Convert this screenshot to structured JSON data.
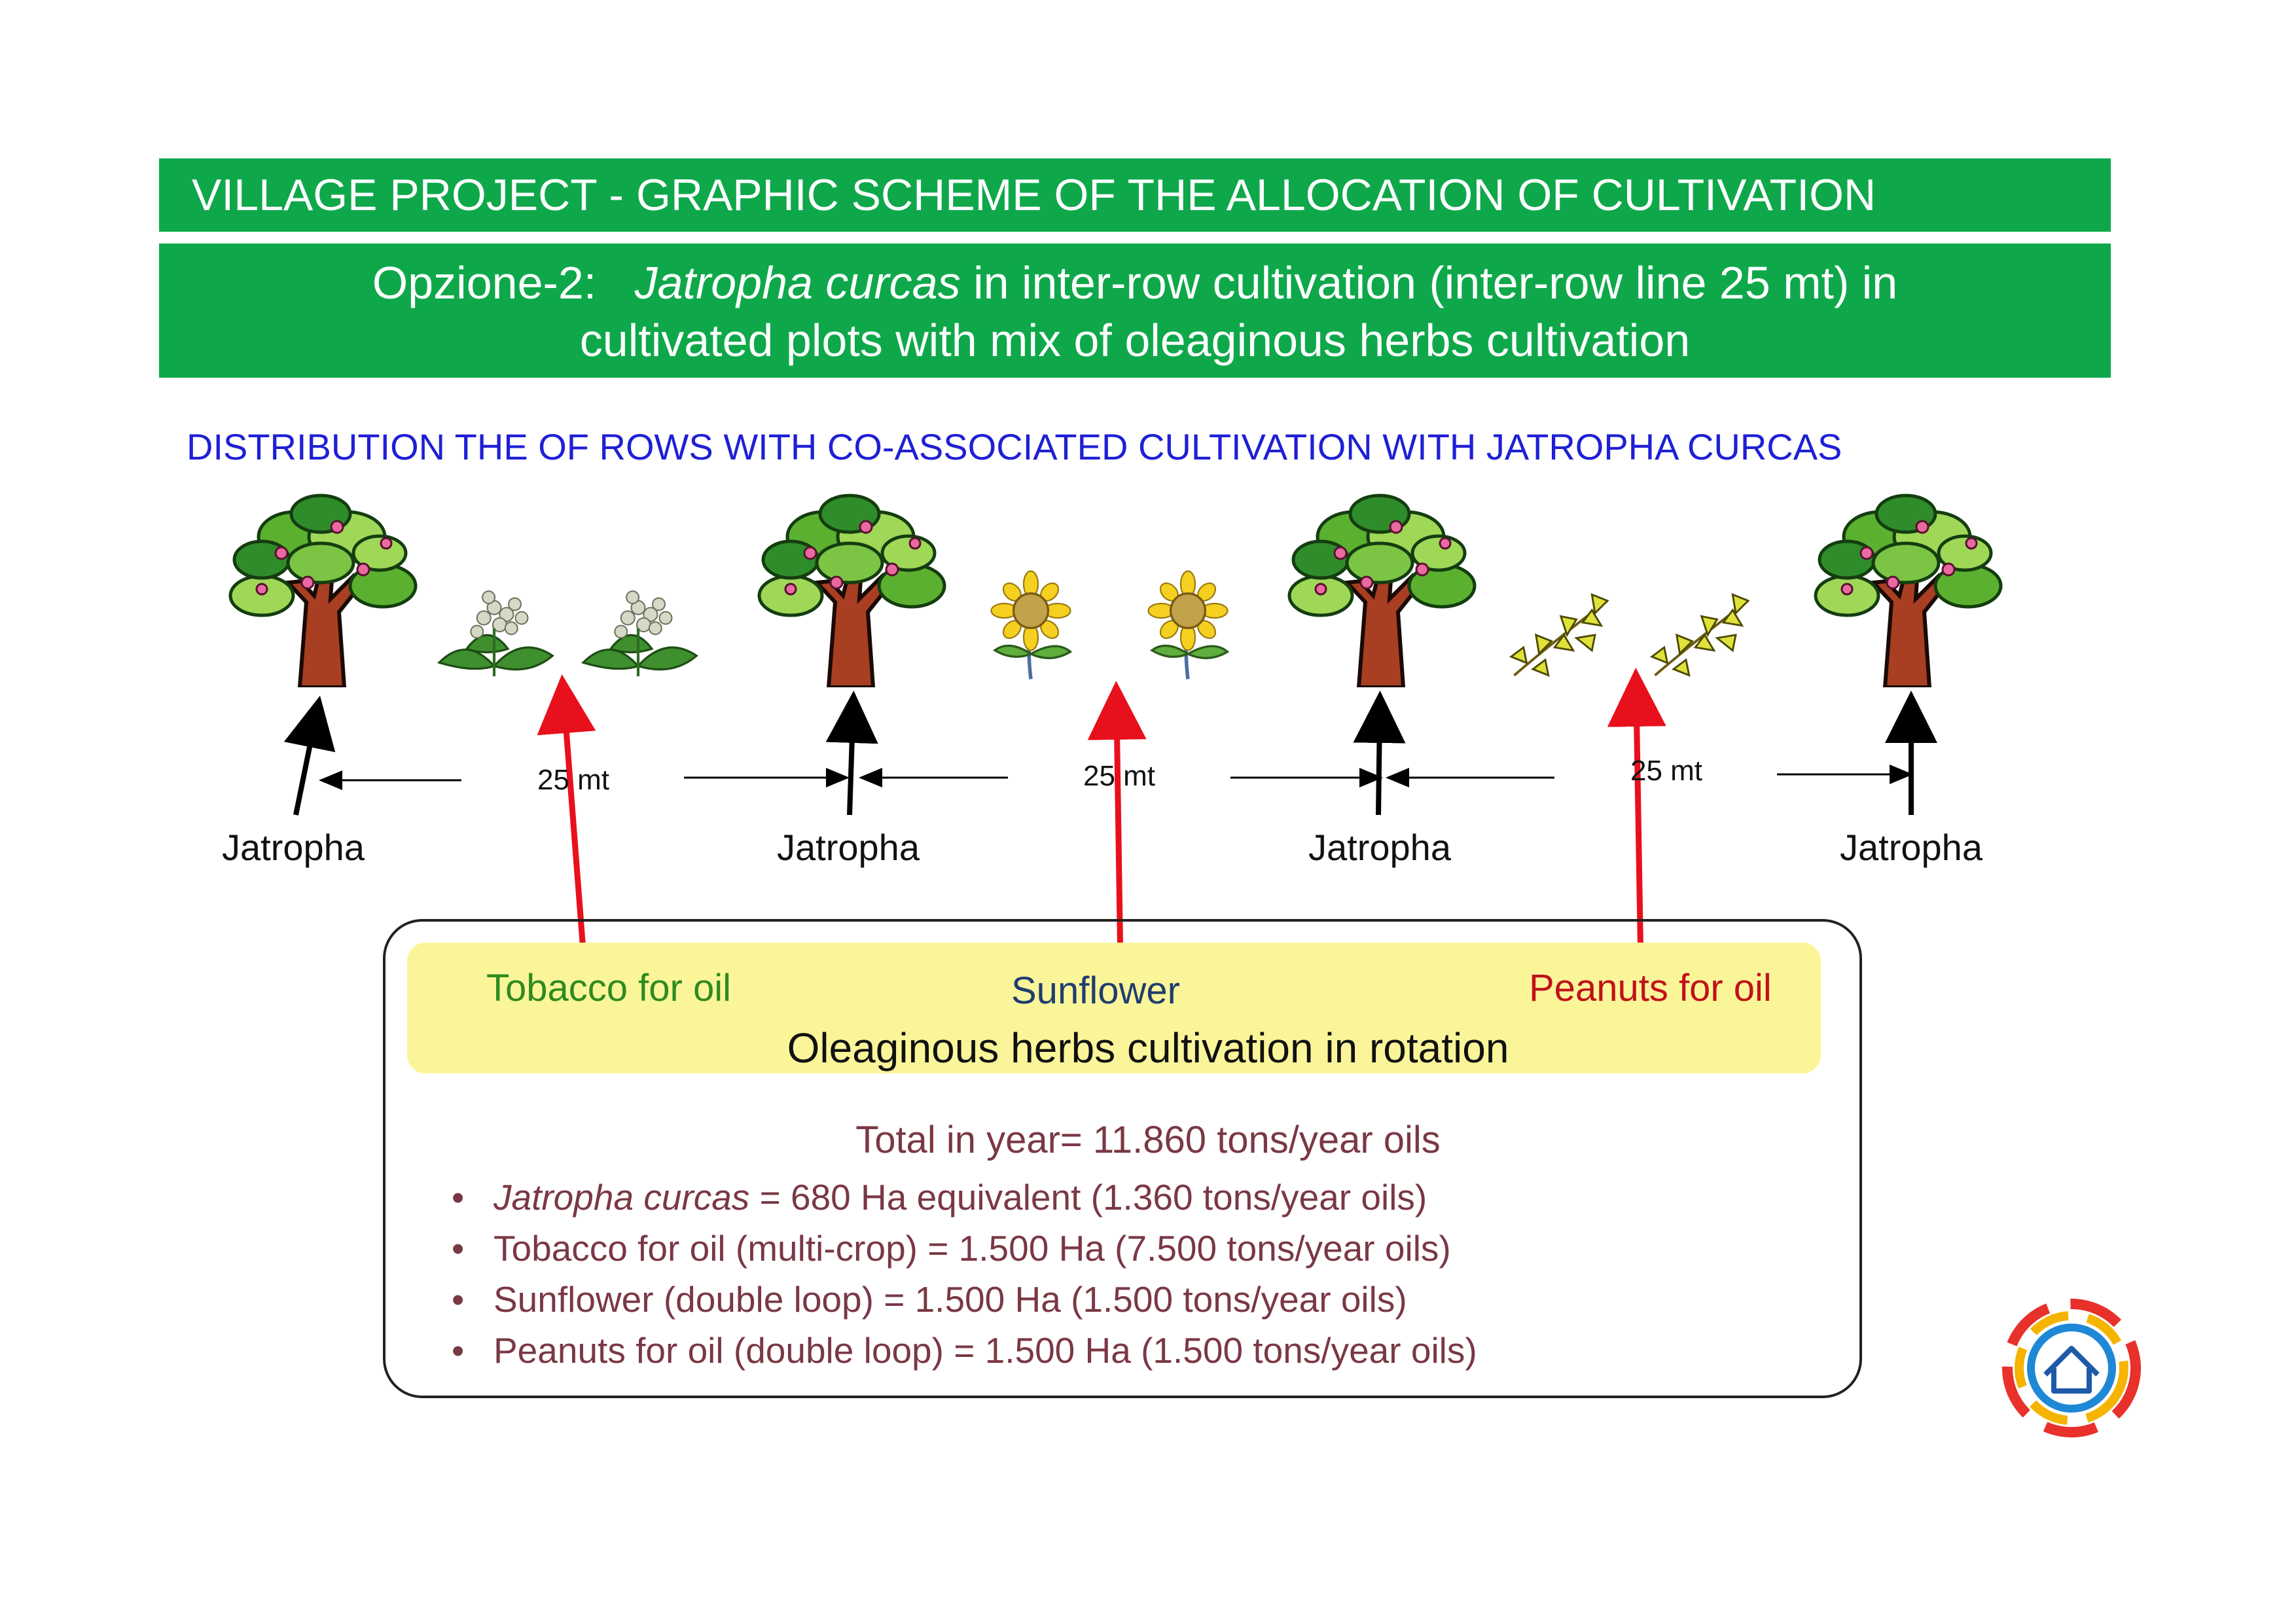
{
  "title": "VILLAGE PROJECT - GRAPHIC SCHEME OF THE ALLOCATION OF CULTIVATION",
  "subtitle": {
    "line1_prefix": "Opzione-2:",
    "line1_species": "Jatropha curcas",
    "line1_suffix": "in inter-row cultivation (inter-row line 25 mt) in",
    "line2": "cultivated plots with mix of oleaginous herbs cultivation"
  },
  "distribution_heading": "DISTRIBUTION THE OF ROWS WITH  CO-ASSOCIATED  CULTIVATION WITH JATROPHA CURCAS",
  "rows": {
    "jatropha_labels": [
      "Jatropha",
      "Jatropha",
      "Jatropha",
      "Jatropha"
    ],
    "spacing_labels": [
      "25 mt",
      "25 mt",
      "25 mt"
    ]
  },
  "crops": {
    "tobacco": "Tobacco for oil",
    "sunflower": "Sunflower",
    "peanuts": "Peanuts for oil",
    "caption": "Oleaginous herbs cultivation in rotation"
  },
  "summary": {
    "total": "Total in year= 11.860 tons/year oils",
    "items": [
      {
        "species": "Jatropha curcas",
        "text": " = 680 Ha equivalent (1.360 tons/year oils)"
      },
      {
        "species": "",
        "text": "Tobacco for oil (multi-crop) =  1.500 Ha (7.500 tons/year oils)"
      },
      {
        "species": "",
        "text": "Sunflower (double loop) =  1.500 Ha (1.500 tons/year oils)"
      },
      {
        "species": "",
        "text": "Peanuts for oil (double loop) =  1.500 Ha (1.500 tons/year oils)"
      }
    ]
  },
  "colors": {
    "banner": "#0ea84a",
    "heading_blue": "#1f1fd6",
    "tobacco": "#2e8b1e",
    "sunflower": "#1f3e6e",
    "peanuts": "#c0121a",
    "arrow_red": "#e8101c",
    "summary_text": "#7a3844",
    "highlight": "#fbf59a"
  },
  "icons": [
    "jatropha-tree-icon",
    "tobacco-plant-icon",
    "sunflower-icon",
    "peanut-plant-icon",
    "organization-logo-icon"
  ]
}
